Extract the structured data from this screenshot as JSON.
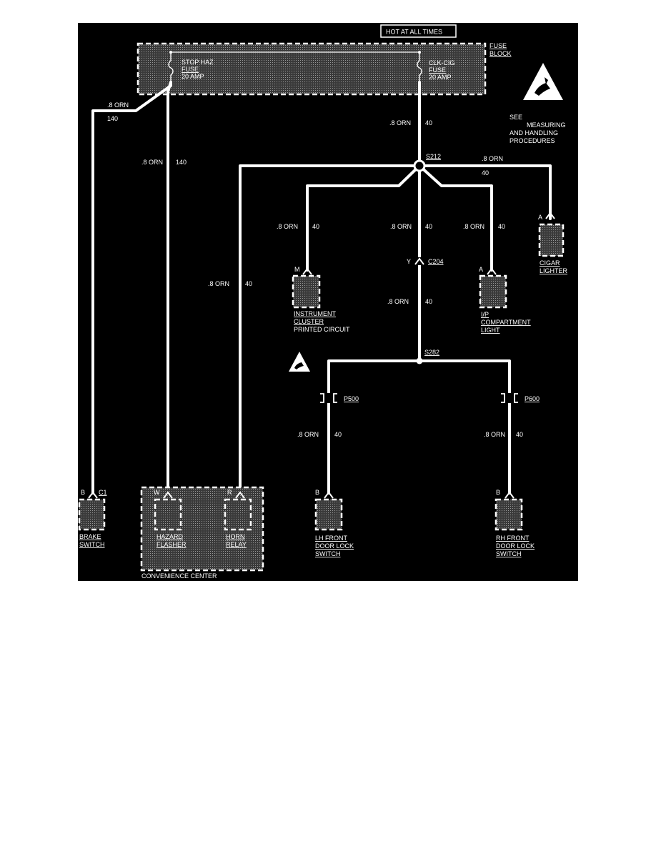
{
  "header": {
    "hot_label": "HOT AT ALL TIMES"
  },
  "fuse_block": {
    "label_1": "FUSE",
    "label_2": "BLOCK",
    "stop_haz": {
      "l1": "STOP HAZ",
      "l2": "FUSE",
      "l3": "20 AMP"
    },
    "clk_cig": {
      "l1": "CLK-CIG",
      "l2": "FUSE",
      "l3": "20 AMP"
    }
  },
  "esd_notice": {
    "l1": "SEE",
    "l2": "MEASURING",
    "l3": "AND HANDLING",
    "l4": "PROCEDURES"
  },
  "wires": {
    "w_brake": {
      "color": ".8 ORN",
      "circuit": "140"
    },
    "w_hazard": {
      "color": ".8 ORN",
      "circuit": "140"
    },
    "w_clk_main": {
      "color": ".8 ORN",
      "circuit": "40"
    },
    "w_cigar": {
      "color": ".8 ORN",
      "circuit": "40"
    },
    "w_cluster": {
      "color": ".8 ORN",
      "circuit": "40"
    },
    "w_center": {
      "color": ".8 ORN",
      "circuit": "40"
    },
    "w_ip": {
      "color": ".8 ORN",
      "circuit": "40"
    },
    "w_horn": {
      "color": ".8 ORN",
      "circuit": "40"
    },
    "w_c204_below": {
      "color": ".8 ORN",
      "circuit": "40"
    },
    "w_lh": {
      "color": ".8 ORN",
      "circuit": "40"
    },
    "w_rh": {
      "color": ".8 ORN",
      "circuit": "40"
    }
  },
  "splices": {
    "s212": "S212",
    "s282": "S282"
  },
  "connectors": {
    "c204": "C204",
    "c204_pin": "Y",
    "p500": "P500",
    "p600": "P600",
    "c1": "C1"
  },
  "components": {
    "brake": {
      "pin": "B",
      "l1": "BRAKE",
      "l2": "SWITCH"
    },
    "hazard": {
      "pin": "W",
      "l1": "HAZARD",
      "l2": "FLASHER"
    },
    "horn": {
      "pin": "R",
      "l1": "HORN",
      "l2": "RELAY"
    },
    "convenience_center": "CONVENIENCE CENTER",
    "cluster": {
      "pin": "M",
      "l1": "INSTRUMENT",
      "l2": "CLUSTER",
      "l3": "PRINTED CIRCUIT"
    },
    "ip_light": {
      "pin": "A",
      "l1": "I/P",
      "l2": "COMPARTMENT",
      "l3": "LIGHT"
    },
    "cigar": {
      "pin": "A",
      "l1": "CIGAR",
      "l2": "LIGHTER"
    },
    "lh_door": {
      "pin": "B",
      "l1": "LH FRONT",
      "l2": "DOOR LOCK",
      "l3": "SWITCH"
    },
    "rh_door": {
      "pin": "B",
      "l1": "RH FRONT",
      "l2": "DOOR LOCK",
      "l3": "SWITCH"
    }
  },
  "colors": {
    "background": "#000000",
    "wire": "#ffffff",
    "page": "#ffffff"
  }
}
